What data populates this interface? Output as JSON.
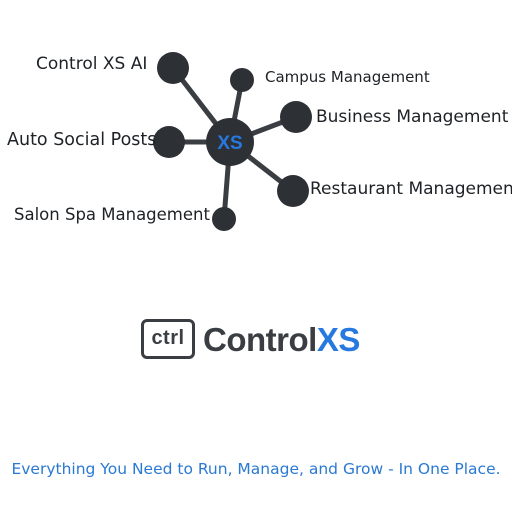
{
  "diagram": {
    "hub_label": "XS",
    "nodes": [
      {
        "label": "Control XS AI"
      },
      {
        "label": "Campus Management"
      },
      {
        "label": "Business Management"
      },
      {
        "label": "Auto Social Posts"
      },
      {
        "label": "Restaurant Management"
      },
      {
        "label": "Salon Spa Management"
      }
    ]
  },
  "logo": {
    "box_text": "ctrl",
    "brand_part1": "Control",
    "brand_part2": "XS"
  },
  "tagline": "Everything You Need to Run, Manage, and Grow - In One Place.",
  "colors": {
    "node": "#2d3136",
    "line": "#3a3e43",
    "accent": "#2779e0",
    "tagline": "#2a79d3"
  },
  "icons": [
    "hub-node-icon",
    "ctrl-box-icon"
  ]
}
